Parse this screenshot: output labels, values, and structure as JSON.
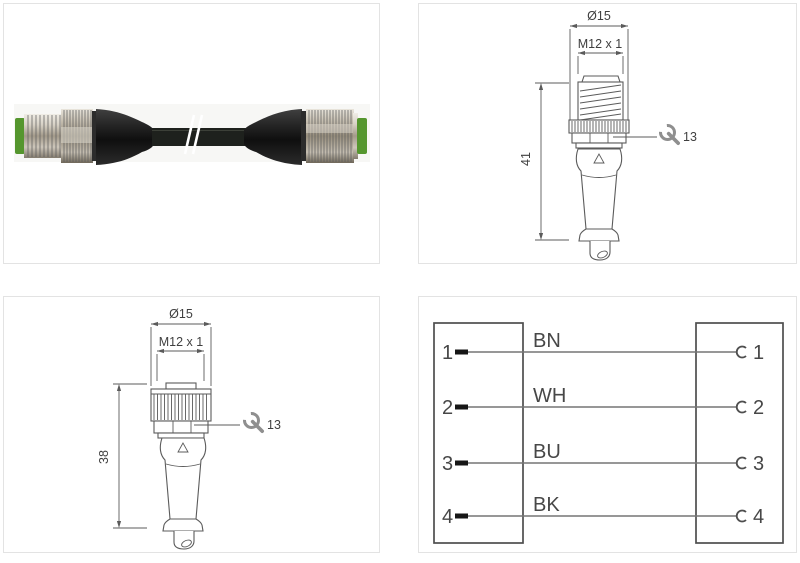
{
  "male_connector_drawing": {
    "diameter": "Ø15",
    "thread": "M12 x 1",
    "length": "41",
    "wrench_size": "13"
  },
  "female_connector_drawing": {
    "diameter": "Ø15",
    "thread": "M12 x 1",
    "length": "38",
    "wrench_size": "13"
  },
  "wiring_diagram": {
    "rows": [
      {
        "left_pin": "1",
        "wire_color": "BN",
        "right_pin": "1"
      },
      {
        "left_pin": "2",
        "wire_color": "WH",
        "right_pin": "2"
      },
      {
        "left_pin": "3",
        "wire_color": "BU",
        "right_pin": "3"
      },
      {
        "left_pin": "4",
        "wire_color": "BK",
        "right_pin": "4"
      }
    ]
  },
  "colors": {
    "connector_insert_green": "#55962e",
    "cable_black": "#1e211d",
    "drawing_line_gray": "#5b5b5b"
  }
}
